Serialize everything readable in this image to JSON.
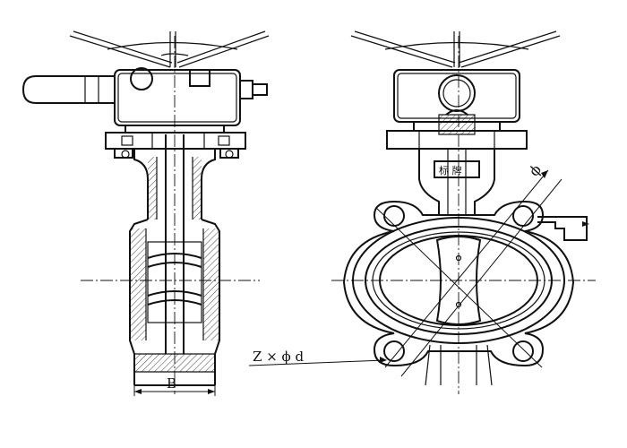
{
  "drawing": {
    "dimensions": {
      "width_label": "B",
      "bolt_label": "Z × ϕ d",
      "diameter_label": "ϕ"
    },
    "nameplate": {
      "text": "标 牌"
    }
  }
}
